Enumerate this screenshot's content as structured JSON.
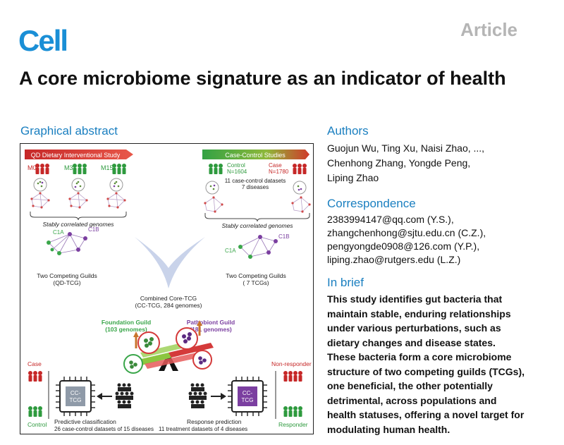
{
  "journal": {
    "logo": "Cell",
    "article_type": "Article"
  },
  "title": "A core microbiome signature as an indicator of health",
  "graphical_abstract": {
    "heading": "Graphical abstract",
    "left_banner": "QD Dietary Interventional Study",
    "right_banner": "Case-Control Studies",
    "timepoints": [
      "M0",
      "M3",
      "M15"
    ],
    "control_label": "Control",
    "control_n": "N=1604",
    "case_label": "Case",
    "case_n": "N=1780",
    "datasets_line1": "11 case-control datasets",
    "datasets_line2": "7 diseases",
    "stably_left": "Stably correlated genomes",
    "stably_right": "Stably correlated genomes",
    "guild_c1a": "C1A",
    "guild_c1b": "C1B",
    "left_guilds_line1": "Two Competing Guilds",
    "left_guilds_line2": "(QD-TCG)",
    "right_guilds_line1": "Two Competing Guilds",
    "right_guilds_line2": "( 7 TCGs)",
    "combined_line1": "Combined Core-TCG",
    "combined_line2": "(CC-TCG, 284 genomes)",
    "foundation_line1": "Foundation Guild",
    "foundation_line2": "(103 genomes)",
    "pathobiont_line1": "Pathobiont  Guild",
    "pathobiont_line2": "(181 genomes)",
    "case": "Case",
    "control": "Control",
    "non_responder": "Non-responder",
    "responder": "Responder",
    "chip_line1": "CC-",
    "chip_line2": "TCG",
    "predictive_line1": "Predictive classification",
    "predictive_line2": "26 case-control datasets of 15 diseases",
    "response_line1": "Response prediction",
    "response_line2": "11 treatment datasets of 4 diseases",
    "colors": {
      "green": "#3aa64a",
      "red": "#d0312d",
      "purple": "#7b3fa0",
      "blue_v": "#c9d3ea"
    }
  },
  "authors": {
    "heading": "Authors",
    "lines": [
      "Guojun Wu, Ting Xu, Naisi Zhao, ...,",
      "Chenhong Zhang, Yongde Peng,",
      "Liping Zhao"
    ]
  },
  "correspondence": {
    "heading": "Correspondence",
    "lines": [
      "2383994147@qq.com (Y.S.),",
      "zhangchenhong@sjtu.edu.cn (C.Z.),",
      "pengyongde0908@126.com (Y.P.),",
      "liping.zhao@rutgers.edu (L.Z.)"
    ]
  },
  "in_brief": {
    "heading": "In brief",
    "lines": [
      "This study identifies gut bacteria that",
      "maintain stable, enduring relationships",
      "under various perturbations, such as",
      "dietary changes and disease states.",
      "These bacteria form a core microbiome",
      "structure of two competing guilds (TCGs),",
      "one beneficial, the other potentially",
      "detrimental, across populations and",
      "health statuses, offering a novel target for",
      "modulating human health."
    ]
  }
}
